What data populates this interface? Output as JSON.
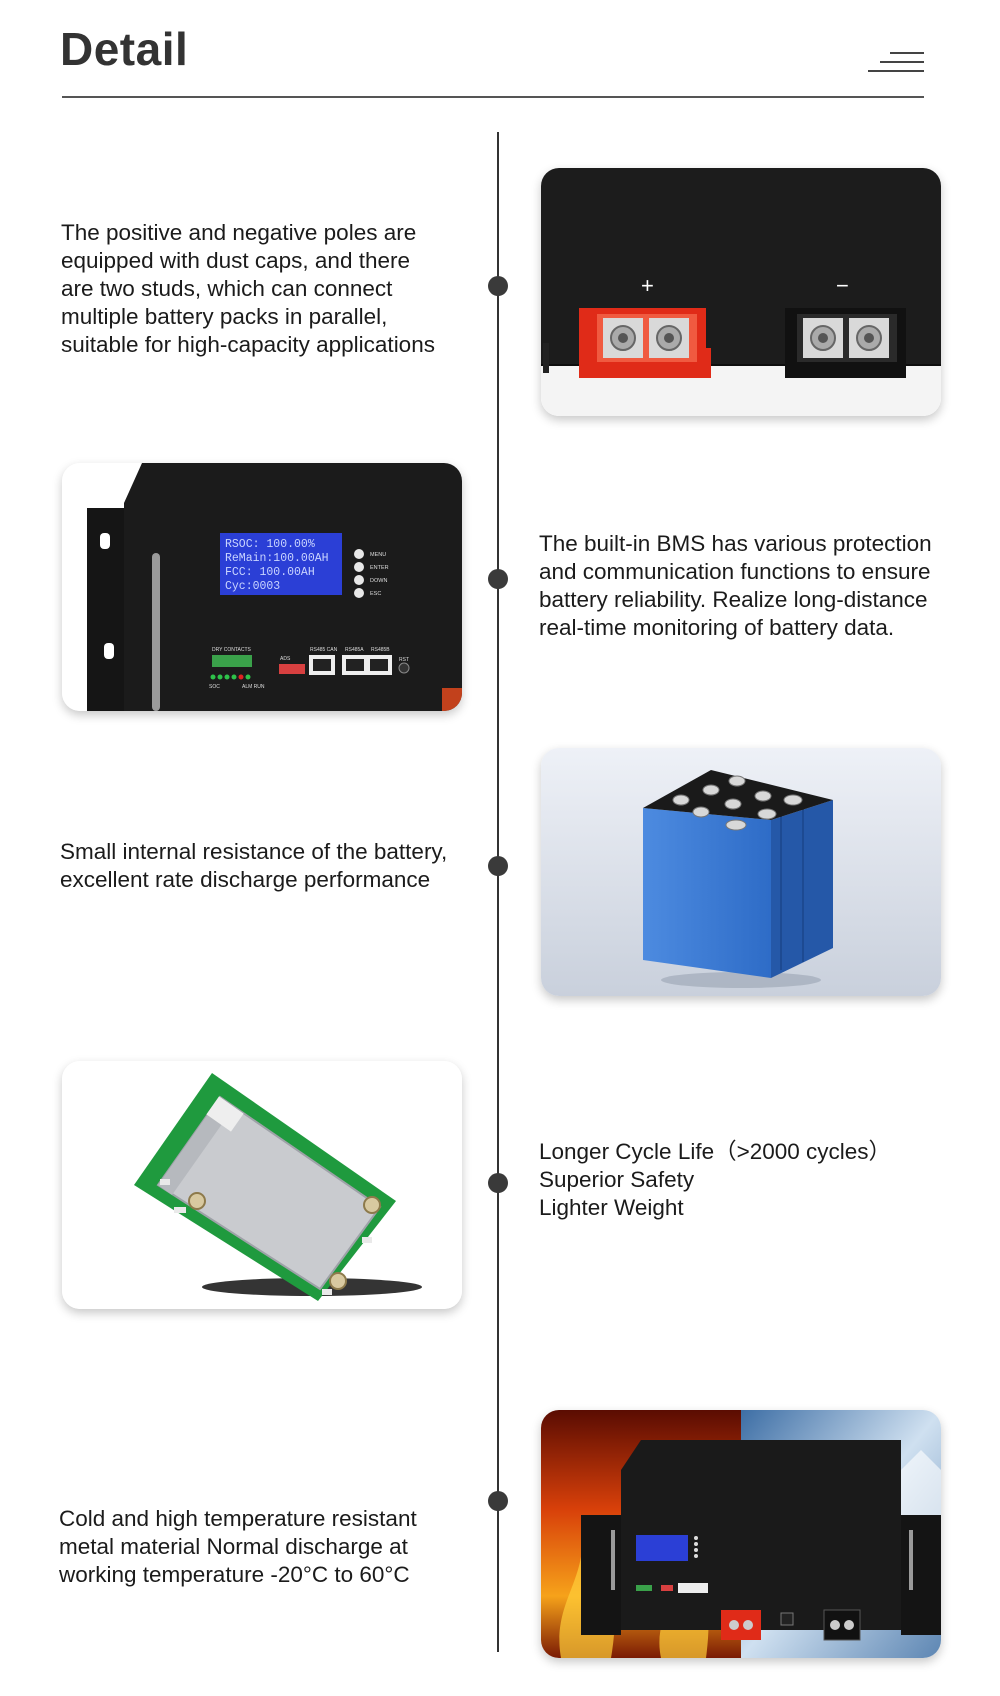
{
  "header": {
    "title": "Detail",
    "menu_icon": "menu-lines-icon"
  },
  "items": [
    {
      "text": "The positive and negative poles are\nequipped with dust caps, and there\nare two studs, which can connect\nmultiple battery packs in parallel,\nsuitable for high-capacity applications",
      "image": "battery-terminals-photo"
    },
    {
      "text": "The built-in BMS has various protection\nand communication functions to ensure\nbattery reliability. Realize long-distance\nreal-time monitoring of battery data.",
      "image": "bms-display-panel-photo"
    },
    {
      "text": "Small internal resistance of the battery,\nexcellent rate discharge performance",
      "image": "battery-cells-photo"
    },
    {
      "text": "Longer Cycle Life（>2000 cycles）\nSuperior Safety\nLighter Weight",
      "image": "bms-circuit-board-photo"
    },
    {
      "text": "Cold and high temperature resistant\nmetal material Normal discharge at\nworking temperature -20°C to 60°C",
      "image": "battery-fire-ice-photo"
    }
  ],
  "photo_labels": {
    "plus": "+",
    "minus": "−",
    "lcd": [
      "RSOC:  100.00%",
      "ReMain:100.00AH",
      "FCC:   100.00AH",
      "Cyc:0003"
    ],
    "buttons": [
      "MENU",
      "ENTER",
      "DOWN",
      "ESC"
    ],
    "dry_contacts": "DRY CONTACTS",
    "ads": "ADS",
    "ports": [
      "RS485 CAN",
      "RS485A",
      "RS485B"
    ],
    "rst": "RST",
    "soc": "SOC",
    "alm_run": "ALM RUN"
  }
}
